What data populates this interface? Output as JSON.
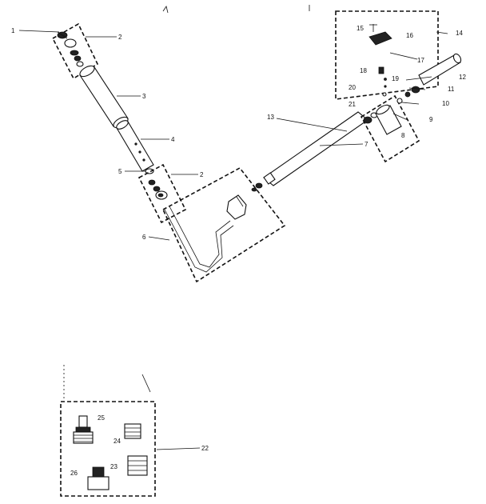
{
  "callouts": {
    "c1": "1",
    "c2a": "2",
    "c2b": "2",
    "c3": "3",
    "c4": "4",
    "c5": "5",
    "c6": "6",
    "c7": "7",
    "c8": "8",
    "c9": "9",
    "c10": "10",
    "c11": "11",
    "c12": "12",
    "c13": "13",
    "c14": "14",
    "c15": "15",
    "c16": "16",
    "c17": "17",
    "c18": "18",
    "c19": "19",
    "c20": "20",
    "c21": "21",
    "c22": "22",
    "c23": "23",
    "c24": "24",
    "c25": "25",
    "c26": "26"
  },
  "colors": {
    "ink": "#111111",
    "paper": "#ffffff"
  }
}
